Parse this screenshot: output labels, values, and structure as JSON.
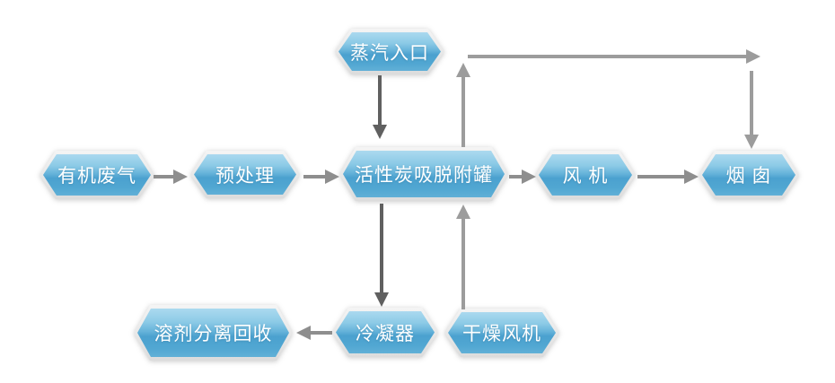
{
  "diagram": {
    "description": "Organic waste gas activated-carbon adsorption/desorption process flow diagram",
    "nodes": {
      "steam_inlet": {
        "label": "蒸汽入口"
      },
      "organic_waste_gas": {
        "label": "有机废气"
      },
      "pretreatment": {
        "label": "预处理"
      },
      "adsorption_tank": {
        "label": "活性炭吸脱附罐"
      },
      "fan": {
        "label": "风 机"
      },
      "chimney": {
        "label": "烟 囱"
      },
      "condenser": {
        "label": "冷凝器"
      },
      "solvent_recovery": {
        "label": "溶剂分离回收"
      },
      "drying_fan": {
        "label": "干燥风机"
      }
    },
    "edges": [
      {
        "from": "organic_waste_gas",
        "to": "pretreatment",
        "direction": "right"
      },
      {
        "from": "pretreatment",
        "to": "adsorption_tank",
        "direction": "right"
      },
      {
        "from": "adsorption_tank",
        "to": "fan",
        "direction": "right"
      },
      {
        "from": "fan",
        "to": "chimney",
        "direction": "right"
      },
      {
        "from": "steam_inlet",
        "to": "adsorption_tank",
        "direction": "down"
      },
      {
        "from": "adsorption_tank",
        "to": "condenser",
        "direction": "down"
      },
      {
        "from": "condenser",
        "to": "solvent_recovery",
        "direction": "left"
      },
      {
        "from": "drying_fan",
        "to": "adsorption_tank",
        "direction": "up"
      },
      {
        "from": "adsorption_tank",
        "to": "chimney",
        "direction": "up-over-top-then-down"
      }
    ],
    "colors": {
      "background": "#ffffff",
      "node_gradient_top": "#abd9ef",
      "node_gradient_mid": "#4ba1cf",
      "node_gradient_bottom": "#61b0d7",
      "node_border": "#e6e6e6",
      "node_text": "#ffffff",
      "arrow_medium_gray": "#8e8e8e",
      "arrow_dark_gray": "#606060",
      "arrow_light_gray": "#9c9c9c"
    }
  }
}
